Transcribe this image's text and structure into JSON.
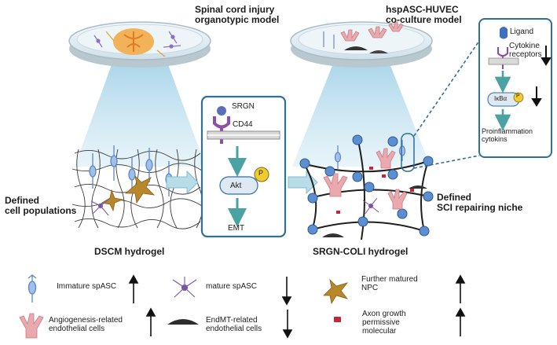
{
  "titles": {
    "sci_model": [
      "Spinal cord injury",
      "organotypic model"
    ],
    "coculture_model": [
      "hspASC-HUVEC",
      "co-culture model"
    ],
    "defined_cells": [
      "Defined",
      "cell populations"
    ],
    "defined_niche": [
      "Defined",
      "SCI repairing niche"
    ],
    "dscm_hydrogel": "DSCM hydrogel",
    "srgn_hydrogel": "SRGN-COLI hydrogel"
  },
  "pathway": {
    "srgn": "SRGN",
    "cd44": "CD44",
    "akt": "Akt",
    "p": "P",
    "emt": "EMT"
  },
  "inset": {
    "ligand": "Ligand",
    "cytokine_receptors": [
      "Cytokine",
      "receptors"
    ],
    "ikba": "IκBα",
    "p": "P",
    "proinflammation": [
      "Proinflammation",
      "cytokins"
    ]
  },
  "legend": [
    {
      "label": [
        "Immature spASC"
      ],
      "trend": "up",
      "icon": "immature-spasc-icon"
    },
    {
      "label": [
        "mature spASC"
      ],
      "trend": "down",
      "icon": "mature-spasc-icon"
    },
    {
      "label": [
        "Further matured",
        "NPC"
      ],
      "trend": "up",
      "icon": "npc-icon"
    },
    {
      "label": [
        "Angiogenesis-related",
        "endothelial cells"
      ],
      "trend": "up",
      "icon": "angiogenesis-cell-icon"
    },
    {
      "label": [
        "EndMT-related",
        "endothelial cells"
      ],
      "trend": "down",
      "icon": "endmt-cell-icon"
    },
    {
      "label": [
        "Axon growth",
        "permissive",
        "molecular"
      ],
      "trend": "up",
      "icon": "axon-molecule-icon"
    }
  ],
  "colors": {
    "teal": "#4aa3a2",
    "box_border": "#2f6f9a",
    "node_blue": "#5b8fd0",
    "npc_brown": "#b8862b",
    "pink": "#e9a9ae",
    "purple": "#7b55a8",
    "yellow": "#f2cc2c"
  }
}
